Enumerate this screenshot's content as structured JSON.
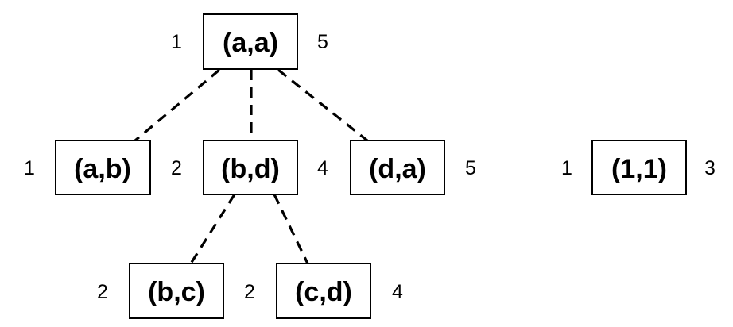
{
  "diagram": {
    "nodes": [
      {
        "id": "aa",
        "label": "(a,a)",
        "left_value": "1",
        "right_value": "5"
      },
      {
        "id": "ab",
        "label": "(a,b)",
        "left_value": "1",
        "right_value": "2"
      },
      {
        "id": "bd",
        "label": "(b,d)",
        "left_value": "2",
        "right_value": "4"
      },
      {
        "id": "da",
        "label": "(d,a)",
        "left_value": "4",
        "right_value": "5"
      },
      {
        "id": "bc",
        "label": "(b,c)",
        "left_value": "2",
        "right_value": "2"
      },
      {
        "id": "cd",
        "label": "(c,d)",
        "left_value": "2",
        "right_value": "4"
      },
      {
        "id": "one",
        "label": "(1,1)",
        "left_value": "1",
        "right_value": "3"
      }
    ],
    "edges": [
      {
        "from": "(a,a)",
        "to": "(a,b)"
      },
      {
        "from": "(a,a)",
        "to": "(b,d)"
      },
      {
        "from": "(a,a)",
        "to": "(d,a)"
      },
      {
        "from": "(b,d)",
        "to": "(b,c)"
      },
      {
        "from": "(b,d)",
        "to": "(c,d)"
      }
    ],
    "colors": {
      "stroke": "#000000",
      "background": "#ffffff"
    }
  }
}
